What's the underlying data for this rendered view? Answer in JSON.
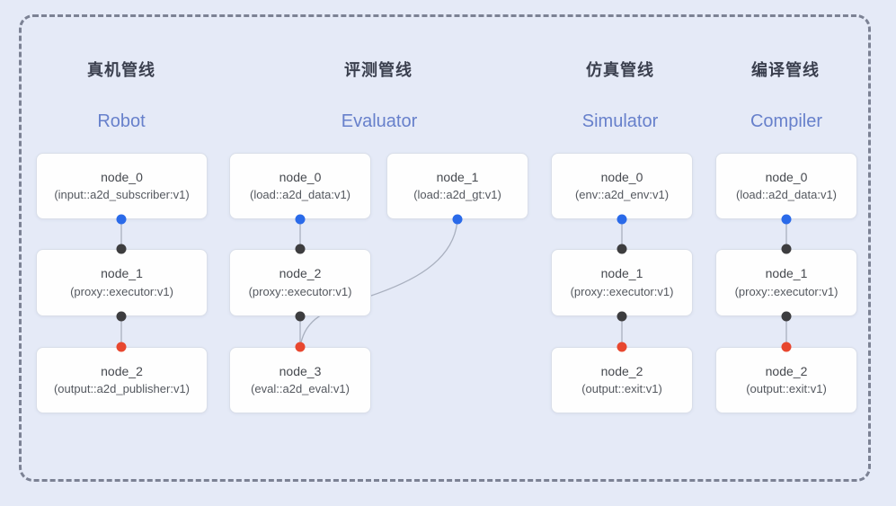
{
  "diagram": {
    "background_color": "#e5eaf7",
    "frame_border_color": "#7c8294",
    "colors": {
      "source_output_port": "#2a6ae9",
      "executor_port": "#3d3d3f",
      "final_input_port": "#e8472f",
      "english_title": "#6780cb",
      "chinese_title": "#3a3f4e",
      "edge_line": "#a9b0bf",
      "node_fill": "#fefefe",
      "node_border": "#d9dee9"
    }
  },
  "pipelines": [
    {
      "title_zh": "真机管线",
      "title_en": "Robot",
      "nodes": [
        {
          "title": "node_0",
          "subtitle": "(input::a2d_subscriber:v1)"
        },
        {
          "title": "node_1",
          "subtitle": "(proxy::executor:v1)"
        },
        {
          "title": "node_2",
          "subtitle": "(output::a2d_publisher:v1)"
        }
      ]
    },
    {
      "title_zh": "评测管线",
      "title_en": "Evaluator",
      "nodes": [
        {
          "title": "node_0",
          "subtitle": "(load::a2d_data:v1)"
        },
        {
          "title": "node_1",
          "subtitle": "(load::a2d_gt:v1)"
        },
        {
          "title": "node_2",
          "subtitle": "(proxy::executor:v1)"
        },
        {
          "title": "node_3",
          "subtitle": "(eval::a2d_eval:v1)"
        }
      ]
    },
    {
      "title_zh": "仿真管线",
      "title_en": "Simulator",
      "nodes": [
        {
          "title": "node_0",
          "subtitle": "(env::a2d_env:v1)"
        },
        {
          "title": "node_1",
          "subtitle": "(proxy::executor:v1)"
        },
        {
          "title": "node_2",
          "subtitle": "(output::exit:v1)"
        }
      ]
    },
    {
      "title_zh": "编译管线",
      "title_en": "Compiler",
      "nodes": [
        {
          "title": "node_0",
          "subtitle": "(load::a2d_data:v1)"
        },
        {
          "title": "node_1",
          "subtitle": "(proxy::executor:v1)"
        },
        {
          "title": "node_2",
          "subtitle": "(output::exit:v1)"
        }
      ]
    }
  ]
}
